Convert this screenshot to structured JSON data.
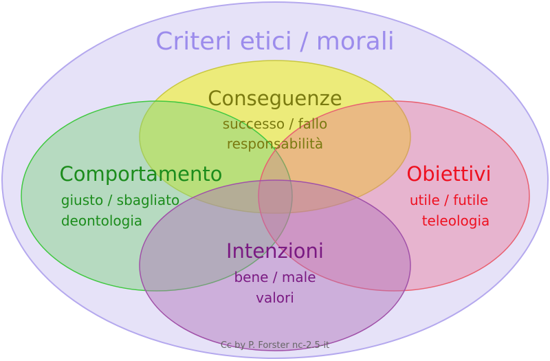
{
  "title": "Criteri etici / morali",
  "credit": "Cc by P. Forster nc-2.5-it",
  "colors": {
    "outer": "#e6e2f8",
    "outer_stroke": "#b4a8ee",
    "title": "#9c8cec",
    "yellow": "#eeee50",
    "yellow_text": "#7a7a10",
    "green": "#7cd07c",
    "green_text": "#1c8c1c",
    "red": "#e07aa0",
    "red_text": "#ee1020",
    "purple": "#b070b8",
    "purple_text": "#7a1a82"
  },
  "sets": {
    "conseguenze": {
      "label": "Conseguenze",
      "line1": "successo / fallo",
      "line2": "responsabilità"
    },
    "comportamento": {
      "label": "Comportamento",
      "line1": "giusto / sbagliato",
      "line2": "deontologia"
    },
    "obiettivi": {
      "label": "Obiettivi",
      "line1": "utile / futile",
      "line2": "teleologia"
    },
    "intenzioni": {
      "label": "Intenzioni",
      "line1": "bene / male",
      "line2": "valori"
    }
  }
}
